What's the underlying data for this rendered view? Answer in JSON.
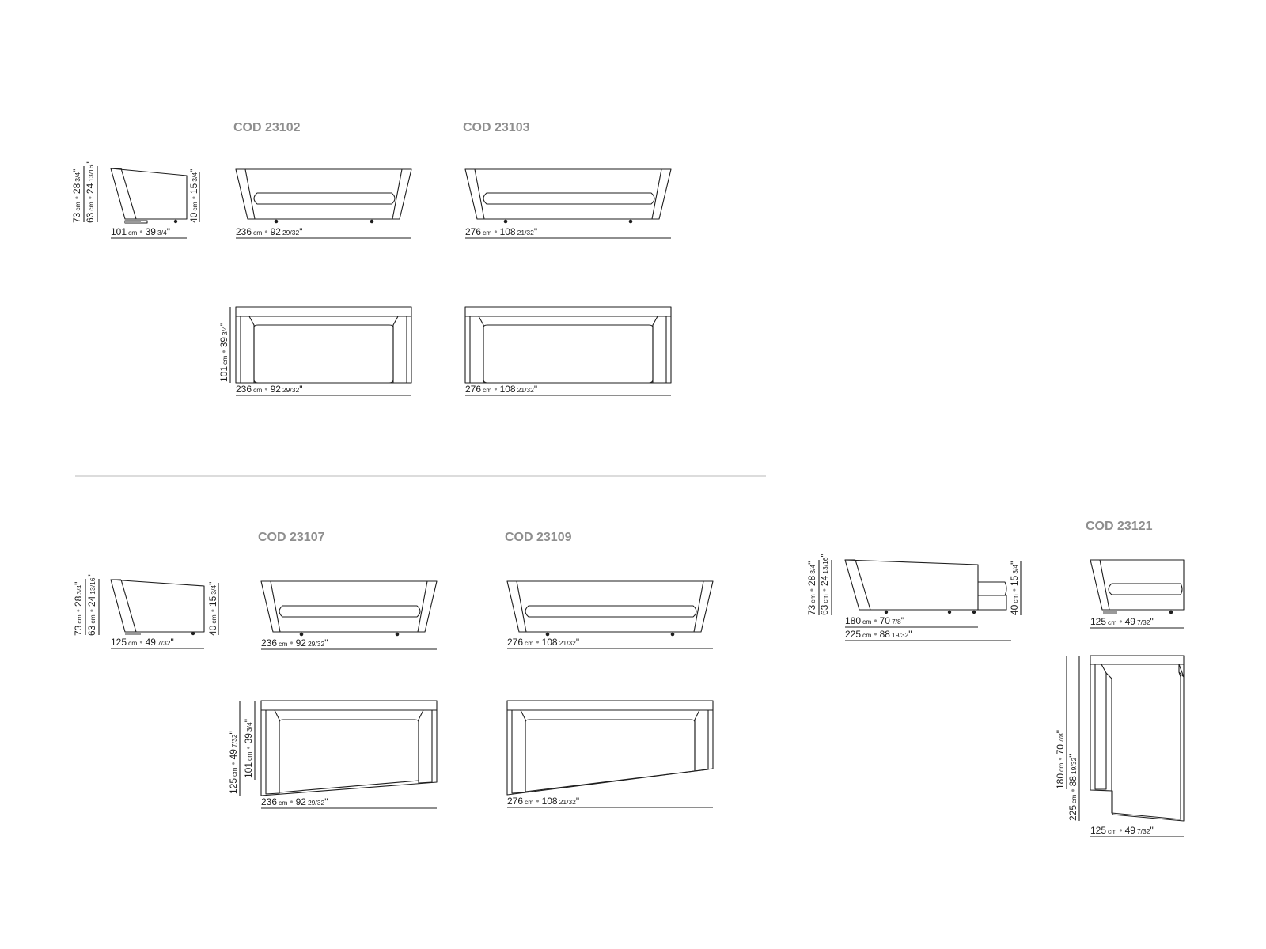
{
  "codes": {
    "c23102": "COD 23102",
    "c23103": "COD 23103",
    "c23107": "COD 23107",
    "c23109": "COD 23109",
    "c23121": "COD 23121"
  },
  "units": {
    "cm": "cm",
    "sep": "•",
    "inch": "\""
  },
  "dims": {
    "d73": {
      "cm": "73",
      "in": "28",
      "fr": "3/4"
    },
    "d63": {
      "cm": "63",
      "in": "24",
      "fr": "13/16"
    },
    "d40": {
      "cm": "40",
      "in": "15",
      "fr": "3/4"
    },
    "d101": {
      "cm": "101",
      "in": "39",
      "fr": "3/4"
    },
    "d236": {
      "cm": "236",
      "in": "92",
      "fr": "29/32"
    },
    "d276": {
      "cm": "276",
      "in": "108",
      "fr": "21/32"
    },
    "d125": {
      "cm": "125",
      "in": "49",
      "fr": "7/32"
    },
    "d180": {
      "cm": "180",
      "in": "70",
      "fr": "7/8"
    },
    "d225": {
      "cm": "225",
      "in": "88",
      "fr": "19/32"
    }
  },
  "colors": {
    "line": "#1e1e1e",
    "code_label": "#8e8e8e",
    "divider": "#c8c8c8"
  }
}
